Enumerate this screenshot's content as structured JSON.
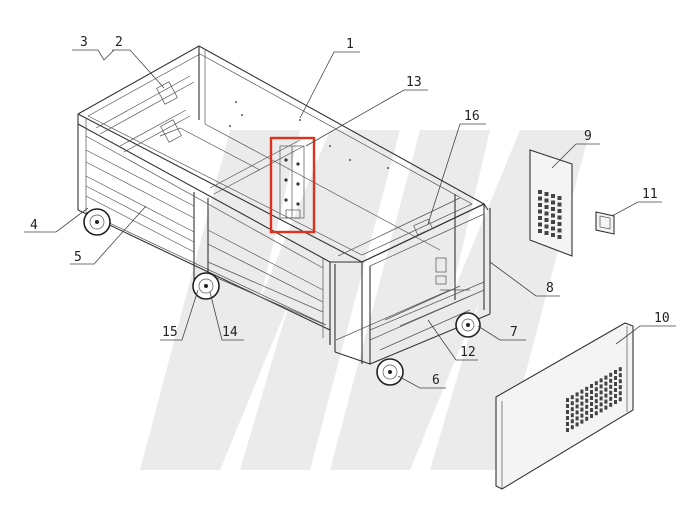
{
  "diagram": {
    "callouts": [
      {
        "id": "c1",
        "label": "1"
      },
      {
        "id": "c2",
        "label": "2"
      },
      {
        "id": "c3",
        "label": "3"
      },
      {
        "id": "c4",
        "label": "4"
      },
      {
        "id": "c5",
        "label": "5"
      },
      {
        "id": "c6",
        "label": "6"
      },
      {
        "id": "c7",
        "label": "7"
      },
      {
        "id": "c8",
        "label": "8"
      },
      {
        "id": "c9",
        "label": "9"
      },
      {
        "id": "c10",
        "label": "10"
      },
      {
        "id": "c11",
        "label": "11"
      },
      {
        "id": "c12",
        "label": "12"
      },
      {
        "id": "c13",
        "label": "13"
      },
      {
        "id": "c14",
        "label": "14"
      },
      {
        "id": "c15",
        "label": "15"
      },
      {
        "id": "c16",
        "label": "16"
      }
    ],
    "highlight_color": "#e0301e"
  }
}
